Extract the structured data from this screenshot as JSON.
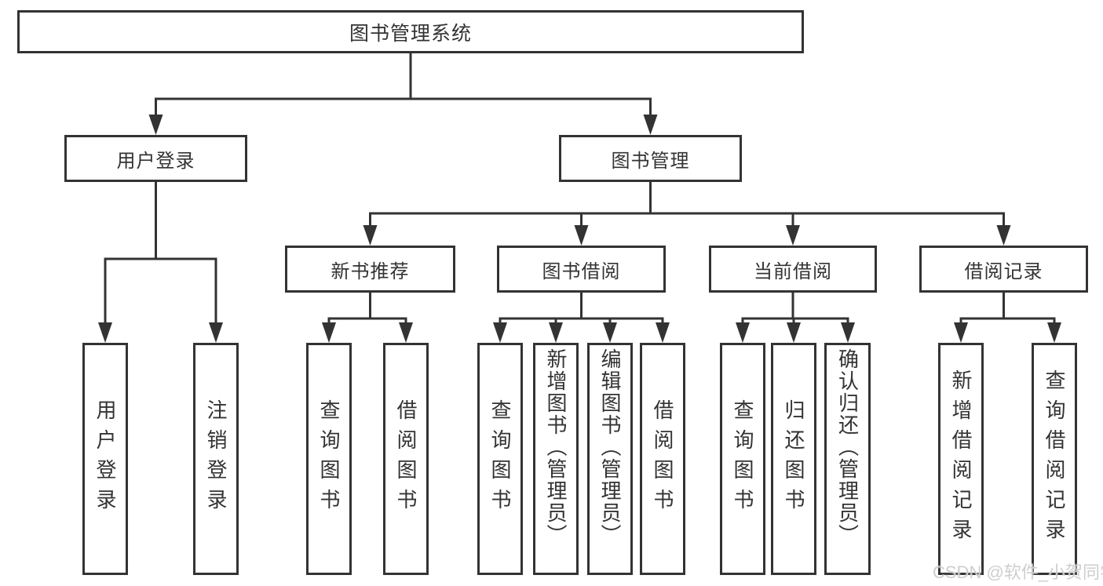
{
  "diagram": {
    "root": {
      "label": "图书管理系统",
      "children": [
        {
          "label": "用户登录",
          "children": [
            {
              "label": "用户登录"
            },
            {
              "label": "注销登录"
            }
          ]
        },
        {
          "label": "图书管理",
          "children": [
            {
              "label": "新书推荐",
              "children": [
                {
                  "label": "查询图书"
                },
                {
                  "label": "借阅图书"
                }
              ]
            },
            {
              "label": "图书借阅",
              "children": [
                {
                  "label": "查询图书"
                },
                {
                  "label": "新增图书（管理员）"
                },
                {
                  "label": "编辑图书（管理员）"
                },
                {
                  "label": "借阅图书"
                }
              ]
            },
            {
              "label": "当前借阅",
              "children": [
                {
                  "label": "查询图书"
                },
                {
                  "label": "归还图书"
                },
                {
                  "label": "确认归还（管理员）"
                }
              ]
            },
            {
              "label": "借阅记录",
              "children": [
                {
                  "label": "新增借阅记录"
                },
                {
                  "label": "查询借阅记录"
                }
              ]
            }
          ]
        }
      ]
    }
  },
  "watermark": {
    "text": "CSDN @软件_小贺同学"
  },
  "colors": {
    "line": "#333333",
    "border": "#333333",
    "text": "#333333",
    "background": "#ffffff",
    "watermark": "#cbcbcb"
  }
}
